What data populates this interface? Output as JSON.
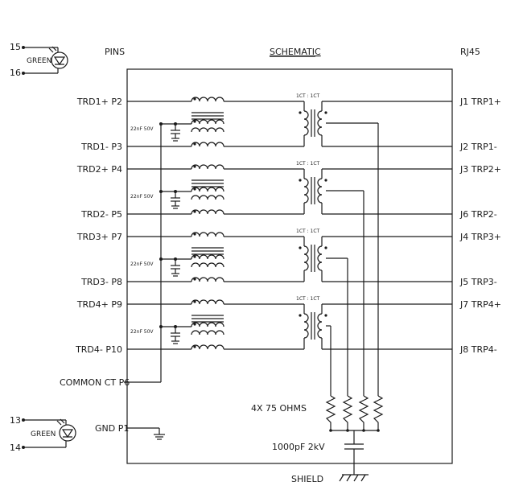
{
  "headers": {
    "pins": "PINS",
    "schematic": "SCHEMATIC",
    "rj45": "RJ45"
  },
  "leds": {
    "top": {
      "pin_a": "15",
      "pin_b": "16",
      "color": "GREEN"
    },
    "bottom": {
      "pin_a": "13",
      "pin_b": "14",
      "color": "GREEN"
    }
  },
  "left_pins": [
    "TRD1+ P2",
    "TRD1- P3",
    "TRD2+ P4",
    "TRD2- P5",
    "TRD3+ P7",
    "TRD3- P8",
    "TRD4+ P9",
    "TRD4- P10"
  ],
  "right_pins": [
    "J1 TRP1+",
    "J2 TRP1-",
    "J3 TRP2+",
    "J6 TRP2-",
    "J4 TRP3+",
    "J5 TRP3-",
    "J7 TRP4+",
    "J8 TRP4-"
  ],
  "common_ct": "COMMON CT P6",
  "gnd": "GND P1",
  "transformer_ratio": "1CT : 1CT",
  "cap_label": "22nF 50V",
  "resistors": "4X 75 OHMS",
  "hv_cap": "1000pF 2kV",
  "shield": "SHIELD"
}
